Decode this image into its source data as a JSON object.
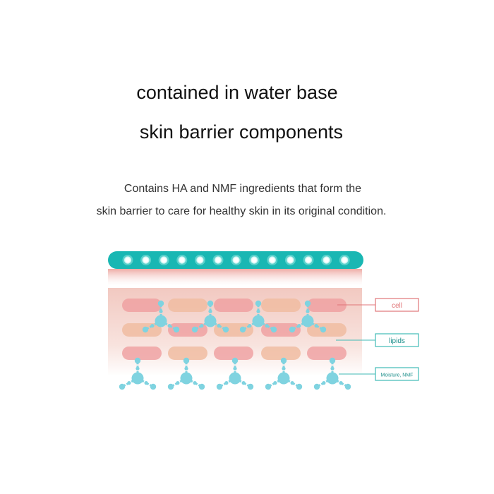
{
  "headline": {
    "line1": "contained in water base",
    "line2": "skin barrier components"
  },
  "description": {
    "line1": "Contains HA and NMF ingredients that form the",
    "line2": "skin barrier to care for healthy skin in its original condition."
  },
  "callouts": {
    "cell": "cell",
    "lipids": "lipids",
    "moisture": "Moisture, NMF"
  },
  "colors": {
    "device_bar": "#19b7b3",
    "cell": "#ef9d9f",
    "lipid": "#f0bca1",
    "molecule": "#7fd3e0",
    "cell_callout": "#e07578",
    "teal_callout": "#3fbab6"
  }
}
